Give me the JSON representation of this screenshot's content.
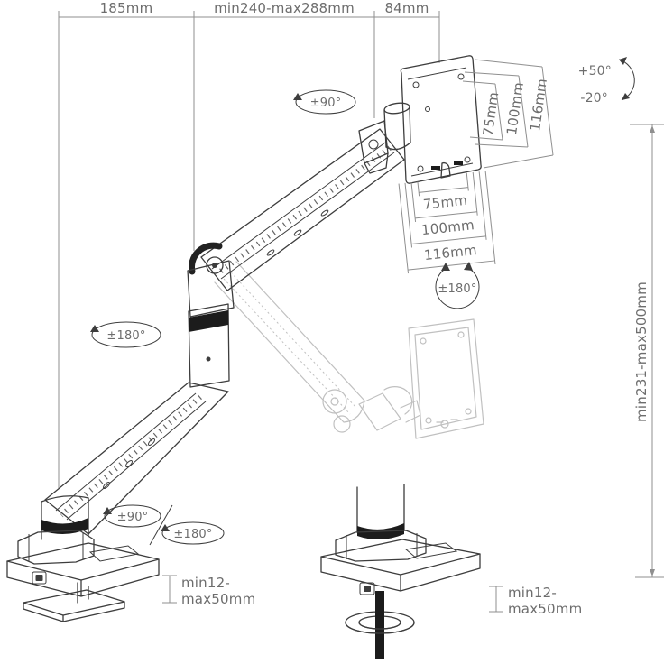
{
  "diagram": {
    "subject": "gas-spring monitor desk mount arm dimension drawing"
  },
  "dimensions": {
    "top": [
      "185mm",
      "min240-max288mm",
      "84mm"
    ],
    "vesa_side": [
      "75mm",
      "100mm",
      "116mm"
    ],
    "vesa_below": [
      "75mm",
      "100mm",
      "116mm"
    ],
    "height_range": "min231-max500mm",
    "clamp_thickness": [
      "min12-",
      "max50mm"
    ],
    "grommet_thickness": [
      "min12-",
      "max50mm"
    ]
  },
  "angles": {
    "tilt_up": "+50°",
    "tilt_down": "-20°",
    "head_swivel": "±90°",
    "vesa_rotation": "±180°",
    "arm_swivel": "±180°",
    "base_swivel": "±90°",
    "base_rotation": "±180°"
  },
  "colors": {
    "background": "#ffffff",
    "line": "#3d3d3d",
    "dimension_line": "#8f8f8f",
    "text": "#6d6d6d",
    "ghost": "#c0c0c0",
    "dark_fill": "#1c1c1c"
  }
}
